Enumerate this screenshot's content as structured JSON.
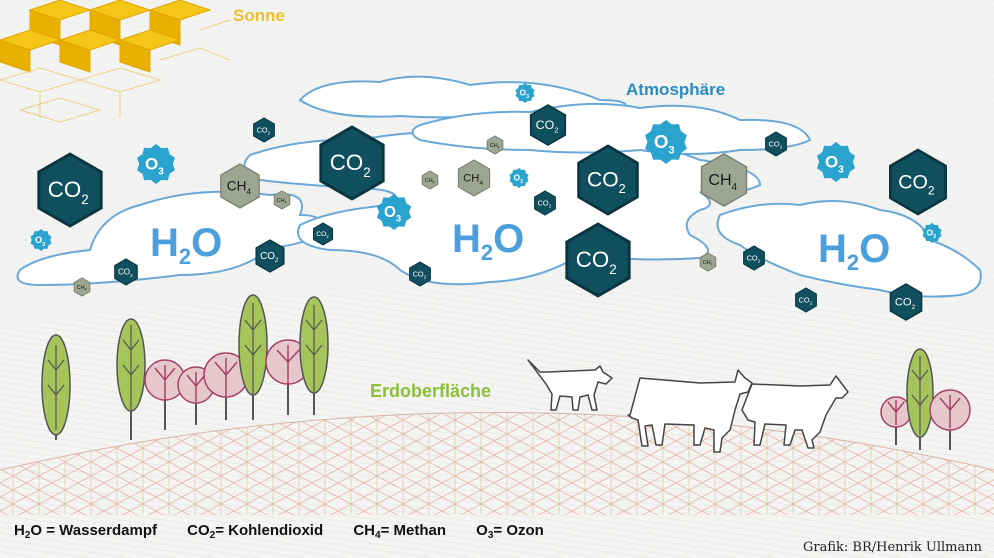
{
  "labels": {
    "sun": "Sonne",
    "atmosphere": "Atmosphäre",
    "earth": "Erdoberfläche"
  },
  "molecules": {
    "h2o": {
      "base": "H",
      "sub": "2",
      "tail": "O"
    },
    "co2": {
      "base": "CO",
      "sub": "2"
    },
    "ch4": {
      "base": "CH",
      "sub": "4"
    },
    "o3": {
      "base": "O",
      "sub": "3"
    }
  },
  "legend": [
    {
      "base": "H",
      "sub": "2",
      "tail": "O = Wasserdampf"
    },
    {
      "base": "CO",
      "sub": "2",
      "tail": " = Kohlendioxid"
    },
    {
      "base": "CH",
      "sub": "4",
      "tail": " = Methan"
    },
    {
      "base": "O",
      "sub": "3",
      "tail": " = Ozon"
    }
  ],
  "credit": "Grafik: BR/Henrik Ullmann",
  "colors": {
    "sun": "#f5c518",
    "sun_text": "#f0c030",
    "atmosphere_text": "#2a8cc0",
    "earth_text": "#8cbf3a",
    "co2": "#0f4f5e",
    "ch4": "#9ea590",
    "o3": "#2aa3cf",
    "h2o_text": "#4a9fdc",
    "cloud_fill": "#ffffff",
    "cloud_stroke": "#6aa8d8",
    "tree_green": "#a5c55a",
    "tree_red": "#a5426a"
  }
}
